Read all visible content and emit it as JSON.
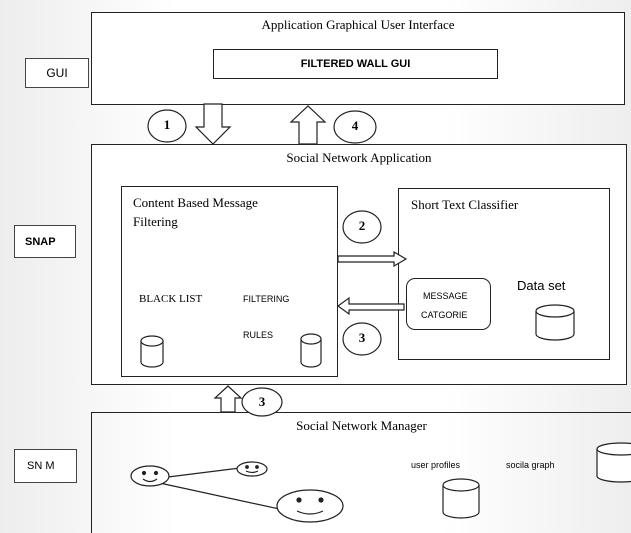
{
  "layers": {
    "gui": {
      "side_label": "GUI",
      "title": "Application Graphical User Interface",
      "inner_label": "FILTERED WALL GUI"
    },
    "snap": {
      "side_label": "SNAP",
      "title": "Social Network Application"
    },
    "snm": {
      "side_label": "SN M",
      "title": "Social Network Manager"
    }
  },
  "cbmf": {
    "title_line1": "Content Based Message",
    "title_line2": "Filtering",
    "black_list": "BLACK LIST",
    "filtering": "FILTERING",
    "rules": "RULES"
  },
  "stc": {
    "title": "Short Text Classifier",
    "message_line1": "MESSAGE",
    "message_line2": "CATGORIE",
    "dataset": "Data set"
  },
  "snm_items": {
    "user_profiles": "user profiles",
    "social_graph": "socila graph"
  },
  "steps": {
    "s1": "1",
    "s2": "2",
    "s3_mid": "3",
    "s3_bottom": "3",
    "s4": "4"
  }
}
